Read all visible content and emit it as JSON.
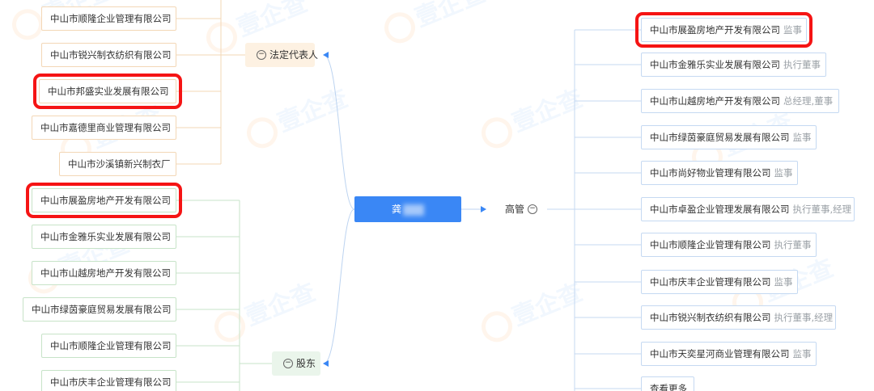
{
  "watermark": "壹企查",
  "center": {
    "label": "龚"
  },
  "legal_rep": {
    "label": "法定代表人",
    "items": [
      "中山市顺隆企业管理有限公司",
      "中山市锐兴制衣纺织有限公司",
      "中山市邦盛实业发展有限公司",
      "中山市嘉德里商业管理有限公司",
      "中山市沙溪镇新兴制衣厂"
    ]
  },
  "shareholders": {
    "label": "股东",
    "items": [
      "中山市展盈房地产开发有限公司",
      "中山市金雅乐实业发展有限公司",
      "中山市山越房地产开发有限公司",
      "中山市绿茵豪庭贸易发展有限公司",
      "中山市顺隆企业管理有限公司",
      "中山市庆丰企业管理有限公司"
    ]
  },
  "executives": {
    "label": "高管",
    "items": [
      {
        "company": "中山市展盈房地产开发有限公司",
        "role": "监事"
      },
      {
        "company": "中山市金雅乐实业发展有限公司",
        "role": "执行董事"
      },
      {
        "company": "中山市山越房地产开发有限公司",
        "role": "总经理,董事"
      },
      {
        "company": "中山市绿茵豪庭贸易发展有限公司",
        "role": "监事"
      },
      {
        "company": "中山市尚好物业管理有限公司",
        "role": "监事"
      },
      {
        "company": "中山市卓盈企业管理发展有限公司",
        "role": "执行董事,经理"
      },
      {
        "company": "中山市顺隆企业管理有限公司",
        "role": "执行董事"
      },
      {
        "company": "中山市庆丰企业管理有限公司",
        "role": "监事"
      },
      {
        "company": "中山市锐兴制衣纺织有限公司",
        "role": "执行董事,经理"
      },
      {
        "company": "中山市天奕星河商业管理有限公司",
        "role": "监事"
      }
    ],
    "more_label": "查看更多"
  },
  "colors": {
    "primary": "#3a87f5",
    "legal_line": "#f3d7b6",
    "share_line": "#c7e3c8",
    "exec_line": "#c5d9f2",
    "highlight": "#f51414"
  }
}
